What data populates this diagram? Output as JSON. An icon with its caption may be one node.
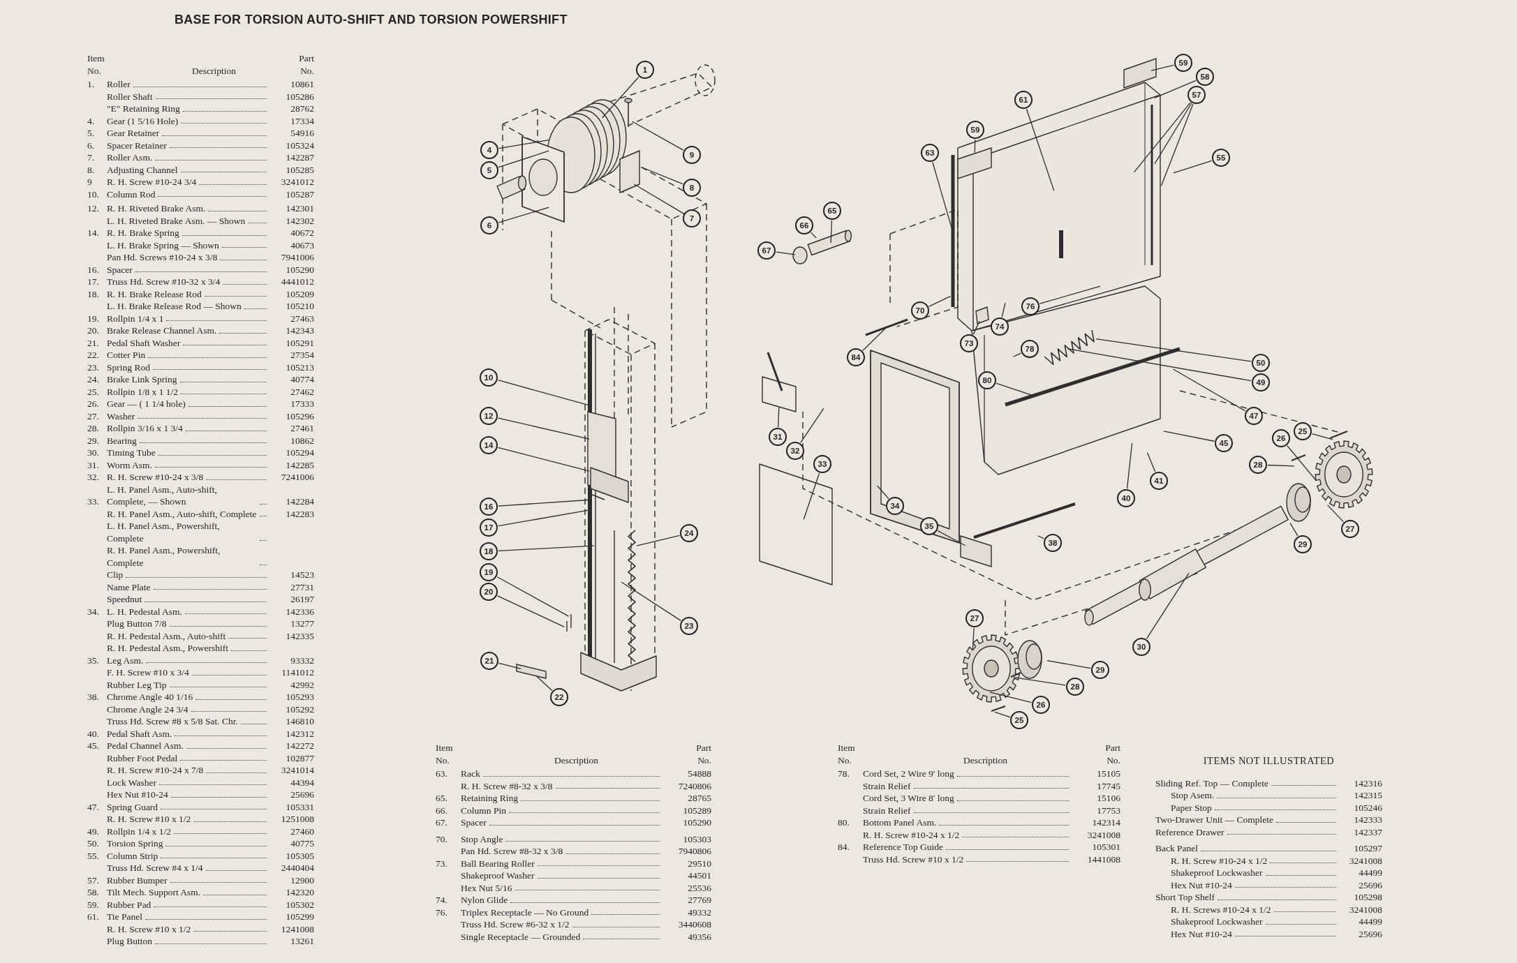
{
  "diagram": {
    "title": "BASE FOR TORSION AUTO-SHIFT AND TORSION POWERSHIFT",
    "nodes": [
      {
        "text": [
          "1"
        ]
      },
      {
        "text": [
          "4"
        ]
      },
      {
        "text": [
          "5"
        ]
      },
      {
        "text": [
          "6"
        ]
      },
      {
        "text": [
          "9"
        ]
      },
      {
        "text": [
          "8"
        ]
      },
      {
        "text": [
          "7"
        ]
      },
      {
        "text": [
          "10"
        ]
      },
      {
        "text": [
          "12"
        ]
      },
      {
        "text": [
          "14"
        ]
      },
      {
        "text": [
          "16"
        ]
      },
      {
        "text": [
          "17"
        ]
      },
      {
        "text": [
          "18"
        ]
      },
      {
        "text": [
          "19"
        ]
      },
      {
        "text": [
          "20"
        ]
      },
      {
        "text": [
          "24"
        ]
      },
      {
        "text": [
          "23"
        ]
      },
      {
        "text": [
          "21"
        ]
      },
      {
        "text": [
          "22"
        ]
      },
      {
        "text": [
          "59"
        ]
      },
      {
        "text": [
          "58"
        ]
      },
      {
        "text": [
          "57"
        ]
      },
      {
        "text": [
          "61"
        ]
      },
      {
        "text": [
          "55"
        ]
      },
      {
        "text": [
          "59"
        ]
      },
      {
        "text": [
          "63"
        ]
      },
      {
        "text": [
          "65"
        ]
      },
      {
        "text": [
          "66"
        ]
      },
      {
        "text": [
          "67"
        ]
      },
      {
        "text": [
          "70"
        ]
      },
      {
        "text": [
          "74"
        ]
      },
      {
        "text": [
          "73"
        ]
      },
      {
        "text": [
          "76"
        ]
      },
      {
        "text": [
          "84"
        ]
      },
      {
        "text": [
          "78"
        ]
      },
      {
        "text": [
          "50"
        ]
      },
      {
        "text": [
          "80"
        ]
      },
      {
        "text": [
          "49"
        ]
      },
      {
        "text": [
          "47"
        ]
      },
      {
        "text": [
          "31"
        ]
      },
      {
        "text": [
          "25"
        ]
      },
      {
        "text": [
          "45"
        ]
      },
      {
        "text": [
          "32"
        ]
      },
      {
        "text": [
          "26"
        ]
      },
      {
        "text": [
          "28"
        ]
      },
      {
        "text": [
          "33"
        ]
      },
      {
        "text": [
          "41"
        ]
      },
      {
        "text": [
          "40"
        ]
      },
      {
        "text": [
          "34"
        ]
      },
      {
        "text": [
          "35"
        ]
      },
      {
        "text": [
          "27"
        ]
      },
      {
        "text": [
          "38"
        ]
      },
      {
        "text": [
          "29"
        ]
      },
      {
        "text": [
          "27"
        ]
      },
      {
        "text": [
          "30"
        ]
      },
      {
        "text": [
          "29"
        ]
      },
      {
        "text": [
          "28"
        ]
      },
      {
        "text": [
          "26"
        ]
      },
      {
        "text": [
          "25"
        ]
      },
      {
        "text": [],
        "shape": "box"
      },
      {
        "text": [],
        "shape": "box"
      },
      {
        "text": [],
        "shape": "box"
      },
      {
        "text": [],
        "shape": "circle"
      },
      {
        "text": [],
        "shape": "box"
      },
      {
        "text": [],
        "shape": "box"
      }
    ],
    "edges": [
      {
        "from": 0,
        "to": null,
        "arrow": "none"
      },
      {
        "from": 1,
        "to": null,
        "arrow": "none"
      },
      {
        "from": 2,
        "to": null,
        "arrow": "none"
      },
      {
        "from": 3,
        "to": null,
        "arrow": "none"
      },
      {
        "from": 4,
        "to": null,
        "arrow": "none"
      },
      {
        "from": 5,
        "to": null,
        "arrow": "none"
      },
      {
        "from": 6,
        "to": null,
        "arrow": "none"
      },
      {
        "from": 7,
        "to": null,
        "arrow": "none"
      },
      {
        "from": 8,
        "to": null,
        "arrow": "none"
      },
      {
        "from": 9,
        "to": null,
        "arrow": "none"
      },
      {
        "from": 10,
        "to": null,
        "arrow": "none"
      },
      {
        "from": 11,
        "to": null,
        "arrow": "none"
      },
      {
        "from": 12,
        "to": null,
        "arrow": "none"
      },
      {
        "from": 13,
        "to": null,
        "arrow": "none"
      },
      {
        "from": 14,
        "to": null,
        "arrow": "none"
      },
      {
        "from": 15,
        "to": null,
        "arrow": "none"
      },
      {
        "from": 16,
        "to": null,
        "arrow": "none"
      },
      {
        "from": 17,
        "to": 59,
        "arrow": "none"
      },
      {
        "from": 18,
        "to": 59,
        "arrow": "none"
      },
      {
        "from": 19,
        "to": 60,
        "arrow": "none"
      },
      {
        "from": 20,
        "to": null,
        "arrow": "none"
      },
      {
        "from": 21,
        "to": null,
        "arrow": "none"
      },
      {
        "from": 21,
        "to": null,
        "arrow": "none"
      },
      {
        "from": 21,
        "to": null,
        "arrow": "none"
      },
      {
        "from": 22,
        "to": null,
        "arrow": "none"
      },
      {
        "from": 23,
        "to": null,
        "arrow": "none"
      },
      {
        "from": 24,
        "to": 61,
        "arrow": "none"
      },
      {
        "from": 25,
        "to": null,
        "arrow": "none"
      },
      {
        "from": 26,
        "to": null,
        "arrow": "none"
      },
      {
        "from": 27,
        "to": null,
        "arrow": "none"
      },
      {
        "from": 28,
        "to": 62,
        "arrow": "none"
      },
      {
        "from": 29,
        "to": null,
        "arrow": "none"
      },
      {
        "from": 30,
        "to": null,
        "arrow": "none"
      },
      {
        "from": 31,
        "to": 63,
        "arrow": "none"
      },
      {
        "from": 32,
        "to": null,
        "arrow": "none"
      },
      {
        "from": 33,
        "to": null,
        "arrow": "none"
      },
      {
        "from": 34,
        "to": null,
        "arrow": "none"
      },
      {
        "from": 35,
        "to": null,
        "arrow": "none"
      },
      {
        "from": 36,
        "to": null,
        "arrow": "none"
      },
      {
        "from": 37,
        "to": null,
        "arrow": "none"
      },
      {
        "from": 38,
        "to": null,
        "arrow": "none"
      },
      {
        "from": 39,
        "to": null,
        "arrow": "none"
      },
      {
        "from": 40,
        "to": null,
        "arrow": "none"
      },
      {
        "from": 41,
        "to": null,
        "arrow": "none"
      },
      {
        "from": 42,
        "to": null,
        "arrow": "none"
      },
      {
        "from": 43,
        "to": null,
        "arrow": "none"
      },
      {
        "from": 44,
        "to": null,
        "arrow": "none"
      },
      {
        "from": 45,
        "to": null,
        "arrow": "none"
      },
      {
        "from": 46,
        "to": null,
        "arrow": "none"
      },
      {
        "from": 47,
        "to": null,
        "arrow": "none"
      },
      {
        "from": 48,
        "to": null,
        "arrow": "none"
      },
      {
        "from": 49,
        "to": 64,
        "arrow": "none"
      },
      {
        "from": 50,
        "to": null,
        "arrow": "none"
      },
      {
        "from": 51,
        "to": null,
        "arrow": "none"
      },
      {
        "from": 52,
        "to": null,
        "arrow": "none"
      },
      {
        "from": 53,
        "to": null,
        "arrow": "none"
      },
      {
        "from": 54,
        "to": null,
        "arrow": "none"
      },
      {
        "from": 55,
        "to": null,
        "arrow": "none"
      },
      {
        "from": 56,
        "to": null,
        "arrow": "none"
      },
      {
        "from": 57,
        "to": null,
        "arrow": "none"
      },
      {
        "from": 58,
        "to": null,
        "arrow": "none"
      }
    ],
    "labels": [
      "Item No.",
      "Description",
      "Part No.",
      "1.",
      "Roller",
      "10861",
      "Roller Shaft",
      "105286",
      "\"E\" Retaining Ring",
      "28762",
      "4.",
      "Gear (1 5/16 Hole)",
      "17334",
      "5.",
      "Gear Retainer",
      "54916",
      "6.",
      "Spacer Retainer",
      "105324",
      "7.",
      "Roller Asm.",
      "142287",
      "8.",
      "Adjusting Channel",
      "105285",
      "9",
      "R. H. Screw #10-24 3/4",
      "3241012",
      "10.",
      "Column Rod",
      "105287",
      "12.",
      "R. H. Riveted Brake Asm.",
      "142301",
      "L. H. Riveted Brake Asm. — Shown",
      "142302",
      "14.",
      "R. H. Brake Spring",
      "40672",
      "L. H. Brake Spring — Shown",
      "40673",
      "Pan Hd. Screws #10-24 x 3/8",
      "7941006",
      "16.",
      "Spacer",
      "105290",
      "17.",
      "Truss Hd. Screw #10-32 x 3/4",
      "4441012",
      "18.",
      "R. H. Brake Release Rod",
      "105209",
      "L. H. Brake Release Rod — Shown",
      "105210",
      "19.",
      "Rollpin 1/4 x 1",
      "27463",
      "20.",
      "Brake Release Channel Asm.",
      "142343",
      "21.",
      "Pedal Shaft Washer",
      "105291",
      "22.",
      "Cotter Pin",
      "27354",
      "23.",
      "Spring Rod",
      "105213",
      "24.",
      "Brake Link Spring",
      "40774",
      "25.",
      "Rollpin 1/8 x 1 1/2",
      "27462",
      "26.",
      "Gear — ( 1 1/4 hole)",
      "17333",
      "27.",
      "Washer",
      "105296",
      "28.",
      "Rollpin 3/16 x 1 3/4",
      "27461",
      "29.",
      "Bearing",
      "10862",
      "30.",
      "Timing Tube",
      "105294",
      "31.",
      "Worm Asm.",
      "142285",
      "32.",
      "R. H. Screw #10-24 x 3/8",
      "7241006",
      "33.",
      "L. H. Panel Asm., Auto-shift, Complete, — Shown",
      "142284",
      "R. H. Panel Asm., Auto-shift, Complete",
      "142283",
      "L. H. Panel Asm., Powershift, Complete",
      "R. H. Panel Asm., Powershift, Complete",
      "Clip",
      "14523",
      "Name Plate",
      "27731",
      "Speednut",
      "26197",
      "34.",
      "L. H. Pedestal Asm.",
      "142336",
      "Plug Button 7/8",
      "13277",
      "R. H. Pedestal Asm., Auto-shift",
      "142335",
      "R. H. Pedestal Asm., Powershift",
      "35.",
      "Leg Asm.",
      "93332",
      "F. H. Screw #10 x 3/4",
      "1141012",
      "Rubber Leg Tip",
      "42992",
      "38.",
      "Chrome Angle 40 1/16",
      "105293",
      "Chrome Angle 24 3/4",
      "105292",
      "Truss Hd. Screw #8 x 5/8 Sat. Chr.",
      "146810",
      "40.",
      "Pedal Shaft Asm.",
      "142312",
      "45.",
      "Pedal Channel Asm.",
      "142272",
      "Rubber Foot Pedal",
      "102877",
      "R. H. Screw #10-24 x 7/8",
      "3241014",
      "Lock Washer",
      "44394",
      "Hex Nut #10-24",
      "25696",
      "47.",
      "Spring Guard",
      "105331",
      "R. H. Screw #10 x 1/2",
      "1251008",
      "49.",
      "Rollpin 1/4 x 1/2",
      "27460",
      "50.",
      "Torsion Spring",
      "40775",
      "55.",
      "Column Strip",
      "105305",
      "Truss Hd. Screw #4 x 1/4",
      "2440404",
      "57.",
      "Rubber Bumper",
      "12900",
      "58.",
      "Tilt Mech. Support Asm.",
      "142320",
      "59.",
      "Rubber Pad",
      "105302",
      "61.",
      "Tie Panel",
      "105299",
      "R. H. Screw #10 x 1/2",
      "1241008",
      "Plug Button",
      "13261",
      "Item No.",
      "Description",
      "Part No.",
      "63.",
      "Rack",
      "54888",
      "R. H. Screw #8-32 x 3/8",
      "7240806",
      "65.",
      "Retaining Ring",
      "28765",
      "66.",
      "Column Pin",
      "105289",
      "67.",
      "Spacer",
      "105290",
      "70.",
      "Stop Angle",
      "105303",
      "Pan Hd. Screw #8-32 x 3/8",
      "7940806",
      "73.",
      "Ball Bearing Roller",
      "29510",
      "Shakeproof Washer",
      "44501",
      "Hex Nut 5/16",
      "25536",
      "74.",
      "Nylon Glide",
      "27769",
      "76.",
      "Triplex Receptacle — No Ground",
      "49332",
      "Truss Hd. Screw #6-32 x 1/2",
      "3440608",
      "Single Receptacle — Grounded",
      "49356",
      "Item No.",
      "Description",
      "Part No.",
      "78.",
      "Cord Set, 2 Wire 9' long",
      "15105",
      "Strain Relief",
      "17745",
      "Cord Set, 3 Wire 8' long",
      "15106",
      "Strain Relief",
      "17753",
      "80.",
      "Bottom Panel Asm.",
      "142314",
      "R. H. Screw #10-24 x 1/2",
      "3241008",
      "84.",
      "Reference Top Guide",
      "105301",
      "Truss Hd. Screw #10 x 1/2",
      "1441008",
      "ITEMS NOT ILLUSTRATED",
      "Sliding Ref. Top — Complete",
      "142316",
      "Stop Asem.",
      "142315",
      "Paper Stop",
      "105246",
      "Two-Drawer Unit — Complete",
      "142333",
      "Reference Drawer",
      "142337",
      "Back Panel",
      "105297",
      "R. H. Screw #10-24 x 1/2",
      "3241008",
      "Shakeproof Lockwasher",
      "44499",
      "Hex Nut #10-24",
      "25696",
      "Short Top Shelf",
      "105298",
      "R. H. Screws #10-24 x 1/2",
      "3241008",
      "Shakeproof Lockwasher",
      "44499",
      "Hex Nut #10-24",
      "25696"
    ]
  }
}
